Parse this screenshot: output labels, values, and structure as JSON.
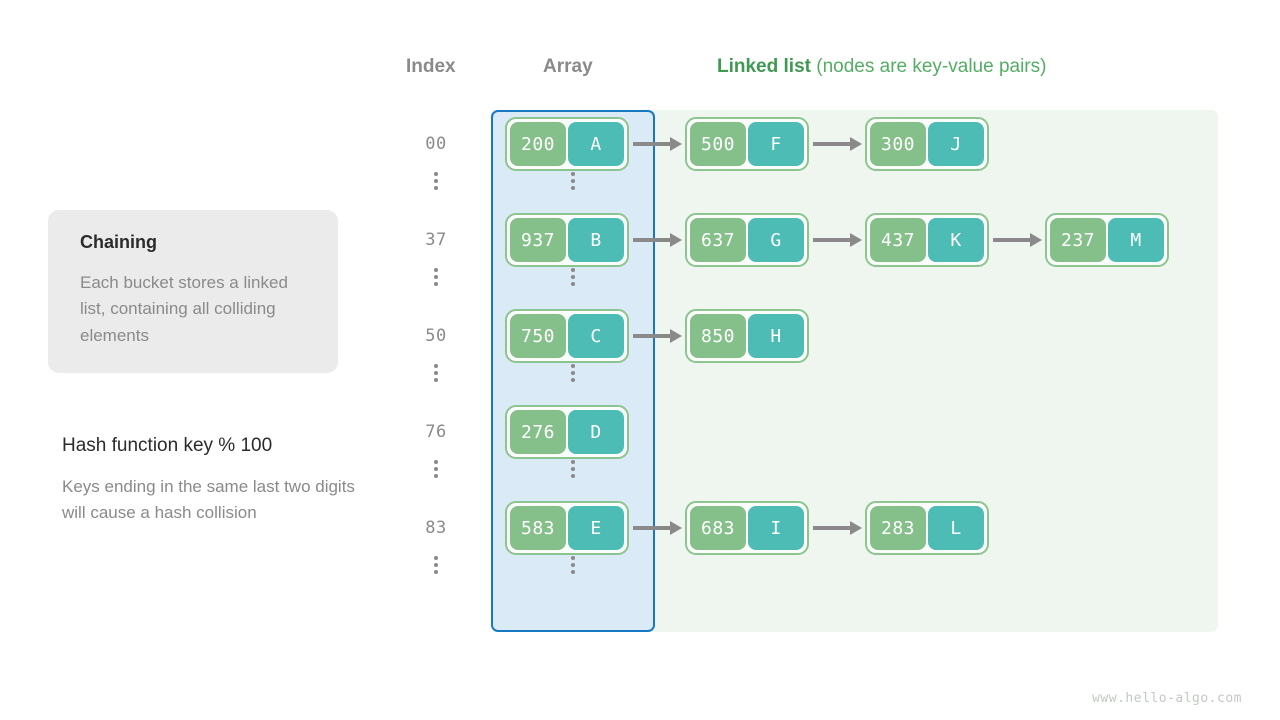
{
  "headers": {
    "index": "Index",
    "array": "Array",
    "linked_strong": "Linked list",
    "linked_normal": " (nodes are key-value pairs)"
  },
  "card": {
    "title": "Chaining",
    "body": "Each bucket stores a linked list, containing all colliding elements"
  },
  "note": {
    "title": "Hash function key % 100",
    "body": "Keys ending in the same last two digits will cause a hash collision"
  },
  "footer": "www.hello-algo.com",
  "colors": {
    "key_box": "#85c08a",
    "value_box": "#4cbcb4",
    "node_border": "#8cc58f",
    "array_panel_fill": "#dbeaf7",
    "array_panel_border": "#1779c4",
    "linked_panel_fill": "#eff6ef",
    "accent_green": "#3f9950",
    "muted_text": "#8a8a8a"
  },
  "buckets": [
    {
      "index": "00",
      "nodes": [
        {
          "key": "200",
          "value": "A"
        },
        {
          "key": "500",
          "value": "F"
        },
        {
          "key": "300",
          "value": "J"
        }
      ]
    },
    {
      "index": "37",
      "nodes": [
        {
          "key": "937",
          "value": "B"
        },
        {
          "key": "637",
          "value": "G"
        },
        {
          "key": "437",
          "value": "K"
        },
        {
          "key": "237",
          "value": "M"
        }
      ]
    },
    {
      "index": "50",
      "nodes": [
        {
          "key": "750",
          "value": "C"
        },
        {
          "key": "850",
          "value": "H"
        }
      ]
    },
    {
      "index": "76",
      "nodes": [
        {
          "key": "276",
          "value": "D"
        }
      ]
    },
    {
      "index": "83",
      "nodes": [
        {
          "key": "583",
          "value": "E"
        },
        {
          "key": "683",
          "value": "I"
        },
        {
          "key": "283",
          "value": "L"
        }
      ]
    }
  ],
  "ellipsis_count": 6
}
